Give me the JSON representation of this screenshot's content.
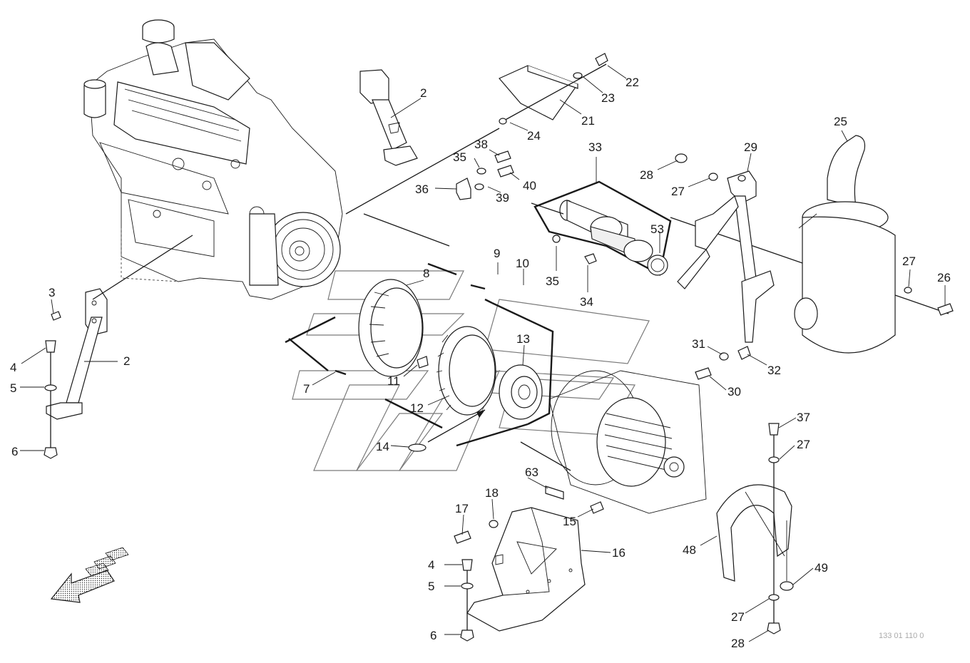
{
  "diagram": {
    "labels": [
      {
        "id": "p2a",
        "text": "2"
      },
      {
        "id": "p22",
        "text": "22"
      },
      {
        "id": "p23",
        "text": "23"
      },
      {
        "id": "p21",
        "text": "21"
      },
      {
        "id": "p24",
        "text": "24"
      },
      {
        "id": "p38",
        "text": "38"
      },
      {
        "id": "p35a",
        "text": "35"
      },
      {
        "id": "p36",
        "text": "36"
      },
      {
        "id": "p40",
        "text": "40"
      },
      {
        "id": "p39",
        "text": "39"
      },
      {
        "id": "p33",
        "text": "33"
      },
      {
        "id": "p25",
        "text": "25"
      },
      {
        "id": "p29",
        "text": "29"
      },
      {
        "id": "p28a",
        "text": "28"
      },
      {
        "id": "p27a",
        "text": "27"
      },
      {
        "id": "p53",
        "text": "53"
      },
      {
        "id": "p9",
        "text": "9"
      },
      {
        "id": "p8",
        "text": "8"
      },
      {
        "id": "p10",
        "text": "10"
      },
      {
        "id": "p35b",
        "text": "35"
      },
      {
        "id": "p34",
        "text": "34"
      },
      {
        "id": "p27b",
        "text": "27"
      },
      {
        "id": "p26",
        "text": "26"
      },
      {
        "id": "p3",
        "text": "3"
      },
      {
        "id": "p2b",
        "text": "2"
      },
      {
        "id": "p4a",
        "text": "4"
      },
      {
        "id": "p5a",
        "text": "5"
      },
      {
        "id": "p6a",
        "text": "6"
      },
      {
        "id": "p7",
        "text": "7"
      },
      {
        "id": "p11",
        "text": "11"
      },
      {
        "id": "p13",
        "text": "13"
      },
      {
        "id": "p12",
        "text": "12"
      },
      {
        "id": "p14",
        "text": "14"
      },
      {
        "id": "p31",
        "text": "31"
      },
      {
        "id": "p32",
        "text": "32"
      },
      {
        "id": "p30",
        "text": "30"
      },
      {
        "id": "p37",
        "text": "37"
      },
      {
        "id": "p27c",
        "text": "27"
      },
      {
        "id": "p63",
        "text": "63"
      },
      {
        "id": "p18",
        "text": "18"
      },
      {
        "id": "p17",
        "text": "17"
      },
      {
        "id": "p15",
        "text": "15"
      },
      {
        "id": "p16",
        "text": "16"
      },
      {
        "id": "p4b",
        "text": "4"
      },
      {
        "id": "p5b",
        "text": "5"
      },
      {
        "id": "p6b",
        "text": "6"
      },
      {
        "id": "p48",
        "text": "48"
      },
      {
        "id": "p49",
        "text": "49"
      },
      {
        "id": "p27d",
        "text": "27"
      },
      {
        "id": "p28b",
        "text": "28"
      }
    ],
    "drawing_code": "133 01 110 0"
  }
}
